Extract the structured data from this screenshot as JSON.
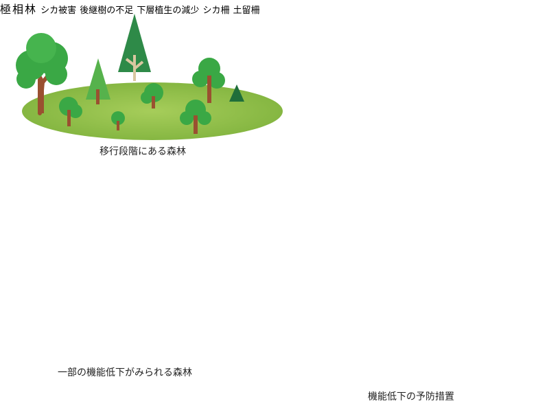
{
  "captions": {
    "transitional_forest": "移行段階にある森林",
    "degraded_forest": "一部の機能低下がみられる森林",
    "prevention_measures": "機能低下の予防措置"
  },
  "climax_label": "極相林",
  "callouts": {
    "deer_damage": "シカ被害",
    "lack_of_successor_trees": "後継樹の不足",
    "understory_loss": "下層植生の減少",
    "deer_fence": "シカ柵",
    "soil_retaining_fence": "土留柵"
  },
  "colors": {
    "arrow": "#e0306e",
    "callout": "#ee7a1a",
    "title_badge": "#ec7bb4",
    "ground_light": "#97c250",
    "ground_dark": "#3f8c2e",
    "ground_degraded": "#b7b25a",
    "tree_green": "#3aa845",
    "tree_dark": "#1f6e3a",
    "trunk": "#9a5030",
    "bare_tree": "#a96a50"
  }
}
